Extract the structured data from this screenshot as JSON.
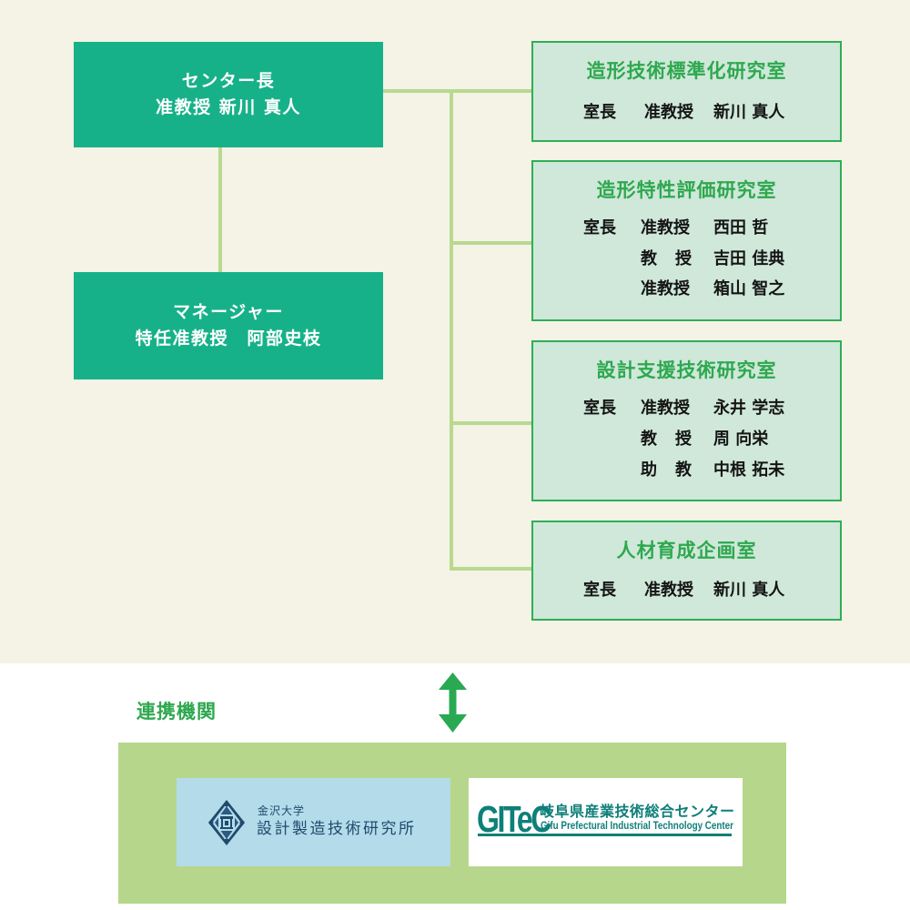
{
  "org_chart": {
    "director": {
      "role": "センター長",
      "person": "准教授 新川 真人"
    },
    "manager": {
      "role": "マネージャー",
      "person": "特任准教授　阿部史枝"
    },
    "labs": [
      {
        "name": "造形技術標準化研究室",
        "members": [
          {
            "chief_label": "室長",
            "rank": "准教授",
            "name": "新川 真人"
          }
        ]
      },
      {
        "name": "造形特性評価研究室",
        "members": [
          {
            "chief_label": "室長",
            "rank": "准教授",
            "name": "西田 哲"
          },
          {
            "chief_label": "",
            "rank": "教授",
            "name": "吉田 佳典"
          },
          {
            "chief_label": "",
            "rank": "准教授",
            "name": "箱山 智之"
          }
        ]
      },
      {
        "name": "設計支援技術研究室",
        "members": [
          {
            "chief_label": "室長",
            "rank": "准教授",
            "name": "永井 学志"
          },
          {
            "chief_label": "",
            "rank": "教授",
            "name": "周 向栄"
          },
          {
            "chief_label": "",
            "rank": "助教",
            "name": "中根 拓未"
          }
        ]
      },
      {
        "name": "人材育成企画室",
        "members": [
          {
            "chief_label": "室長",
            "rank": "准教授",
            "name": "新川 真人"
          }
        ]
      }
    ]
  },
  "partners": {
    "label": "連携機関",
    "link_icon": "double-arrow-vertical",
    "organizations": [
      {
        "logo": "kanazawa-university-emblem",
        "university": "金沢大学",
        "institute": "設計製造技術研究所"
      },
      {
        "logo": "gitec-logo",
        "mark": "GITeC",
        "name_jp": "岐阜県産業技術総合センター",
        "name_en": "Gifu Prefectural Industrial Technology Center"
      }
    ]
  },
  "colors": {
    "background_top": "#f5f2e6",
    "background_bottom": "#ffffff",
    "lead_box": "#17b189",
    "lab_box_fill": "#cfe8d9",
    "lab_box_border": "#2fae55",
    "lab_title": "#2ea84f",
    "connector": "#b8d98e",
    "arrow": "#2aa952",
    "partner_panel": "#b6d78b",
    "kanazawa_bg": "#b3dbea",
    "kanazawa_text": "#1f4a6c",
    "gitec_teal": "#0f7f79"
  }
}
